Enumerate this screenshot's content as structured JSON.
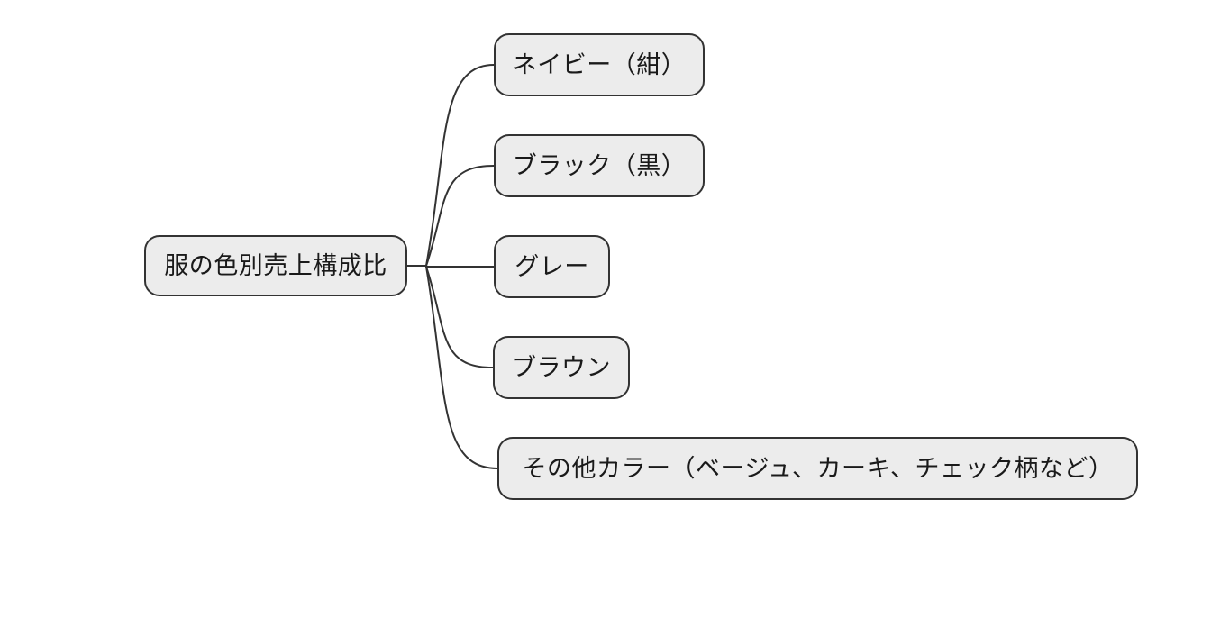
{
  "diagram": {
    "type": "mindmap",
    "root": {
      "label": "服の色別売上構成比"
    },
    "children": [
      {
        "label": "ネイビー（紺）"
      },
      {
        "label": "ブラック（黒）"
      },
      {
        "label": "グレー"
      },
      {
        "label": "ブラウン"
      },
      {
        "label": "その他カラー（ベージュ、カーキ、チェック柄など）"
      }
    ],
    "colors": {
      "background": "#ffffff",
      "node_fill": "#ececec",
      "node_border": "#333333",
      "edge": "#333333",
      "text": "#1a1a1a"
    }
  }
}
